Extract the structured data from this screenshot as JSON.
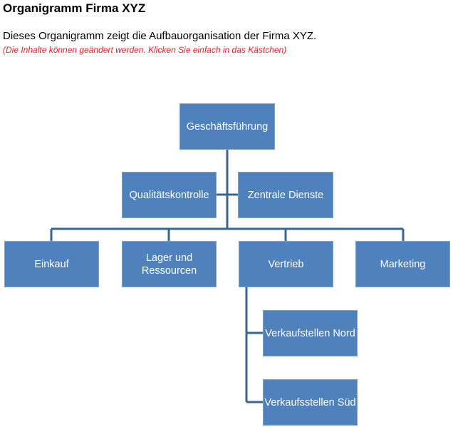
{
  "header": {
    "title": "Organigramm Firma XYZ",
    "description": "Dieses Organigramm zeigt die Aufbauorganisation der Firma XYZ.",
    "hint": "(Die Inhalte können geändert werden. Klicken Sie einfach in das Kästchen)"
  },
  "colors": {
    "box": "#4f81bd",
    "connector": "#3a6591",
    "hint": "#e8202a"
  },
  "chart": {
    "root": "Geschäftsführung",
    "assistants": [
      "Qualitätskontrolle",
      "Zentrale Dienste"
    ],
    "departments": [
      "Einkauf",
      "Lager und Ressourcen",
      "Vertrieb",
      "Marketing"
    ],
    "vertrieb_children": [
      "Verkaufstellen Nord",
      "Verkaufsstellen Süd"
    ]
  }
}
